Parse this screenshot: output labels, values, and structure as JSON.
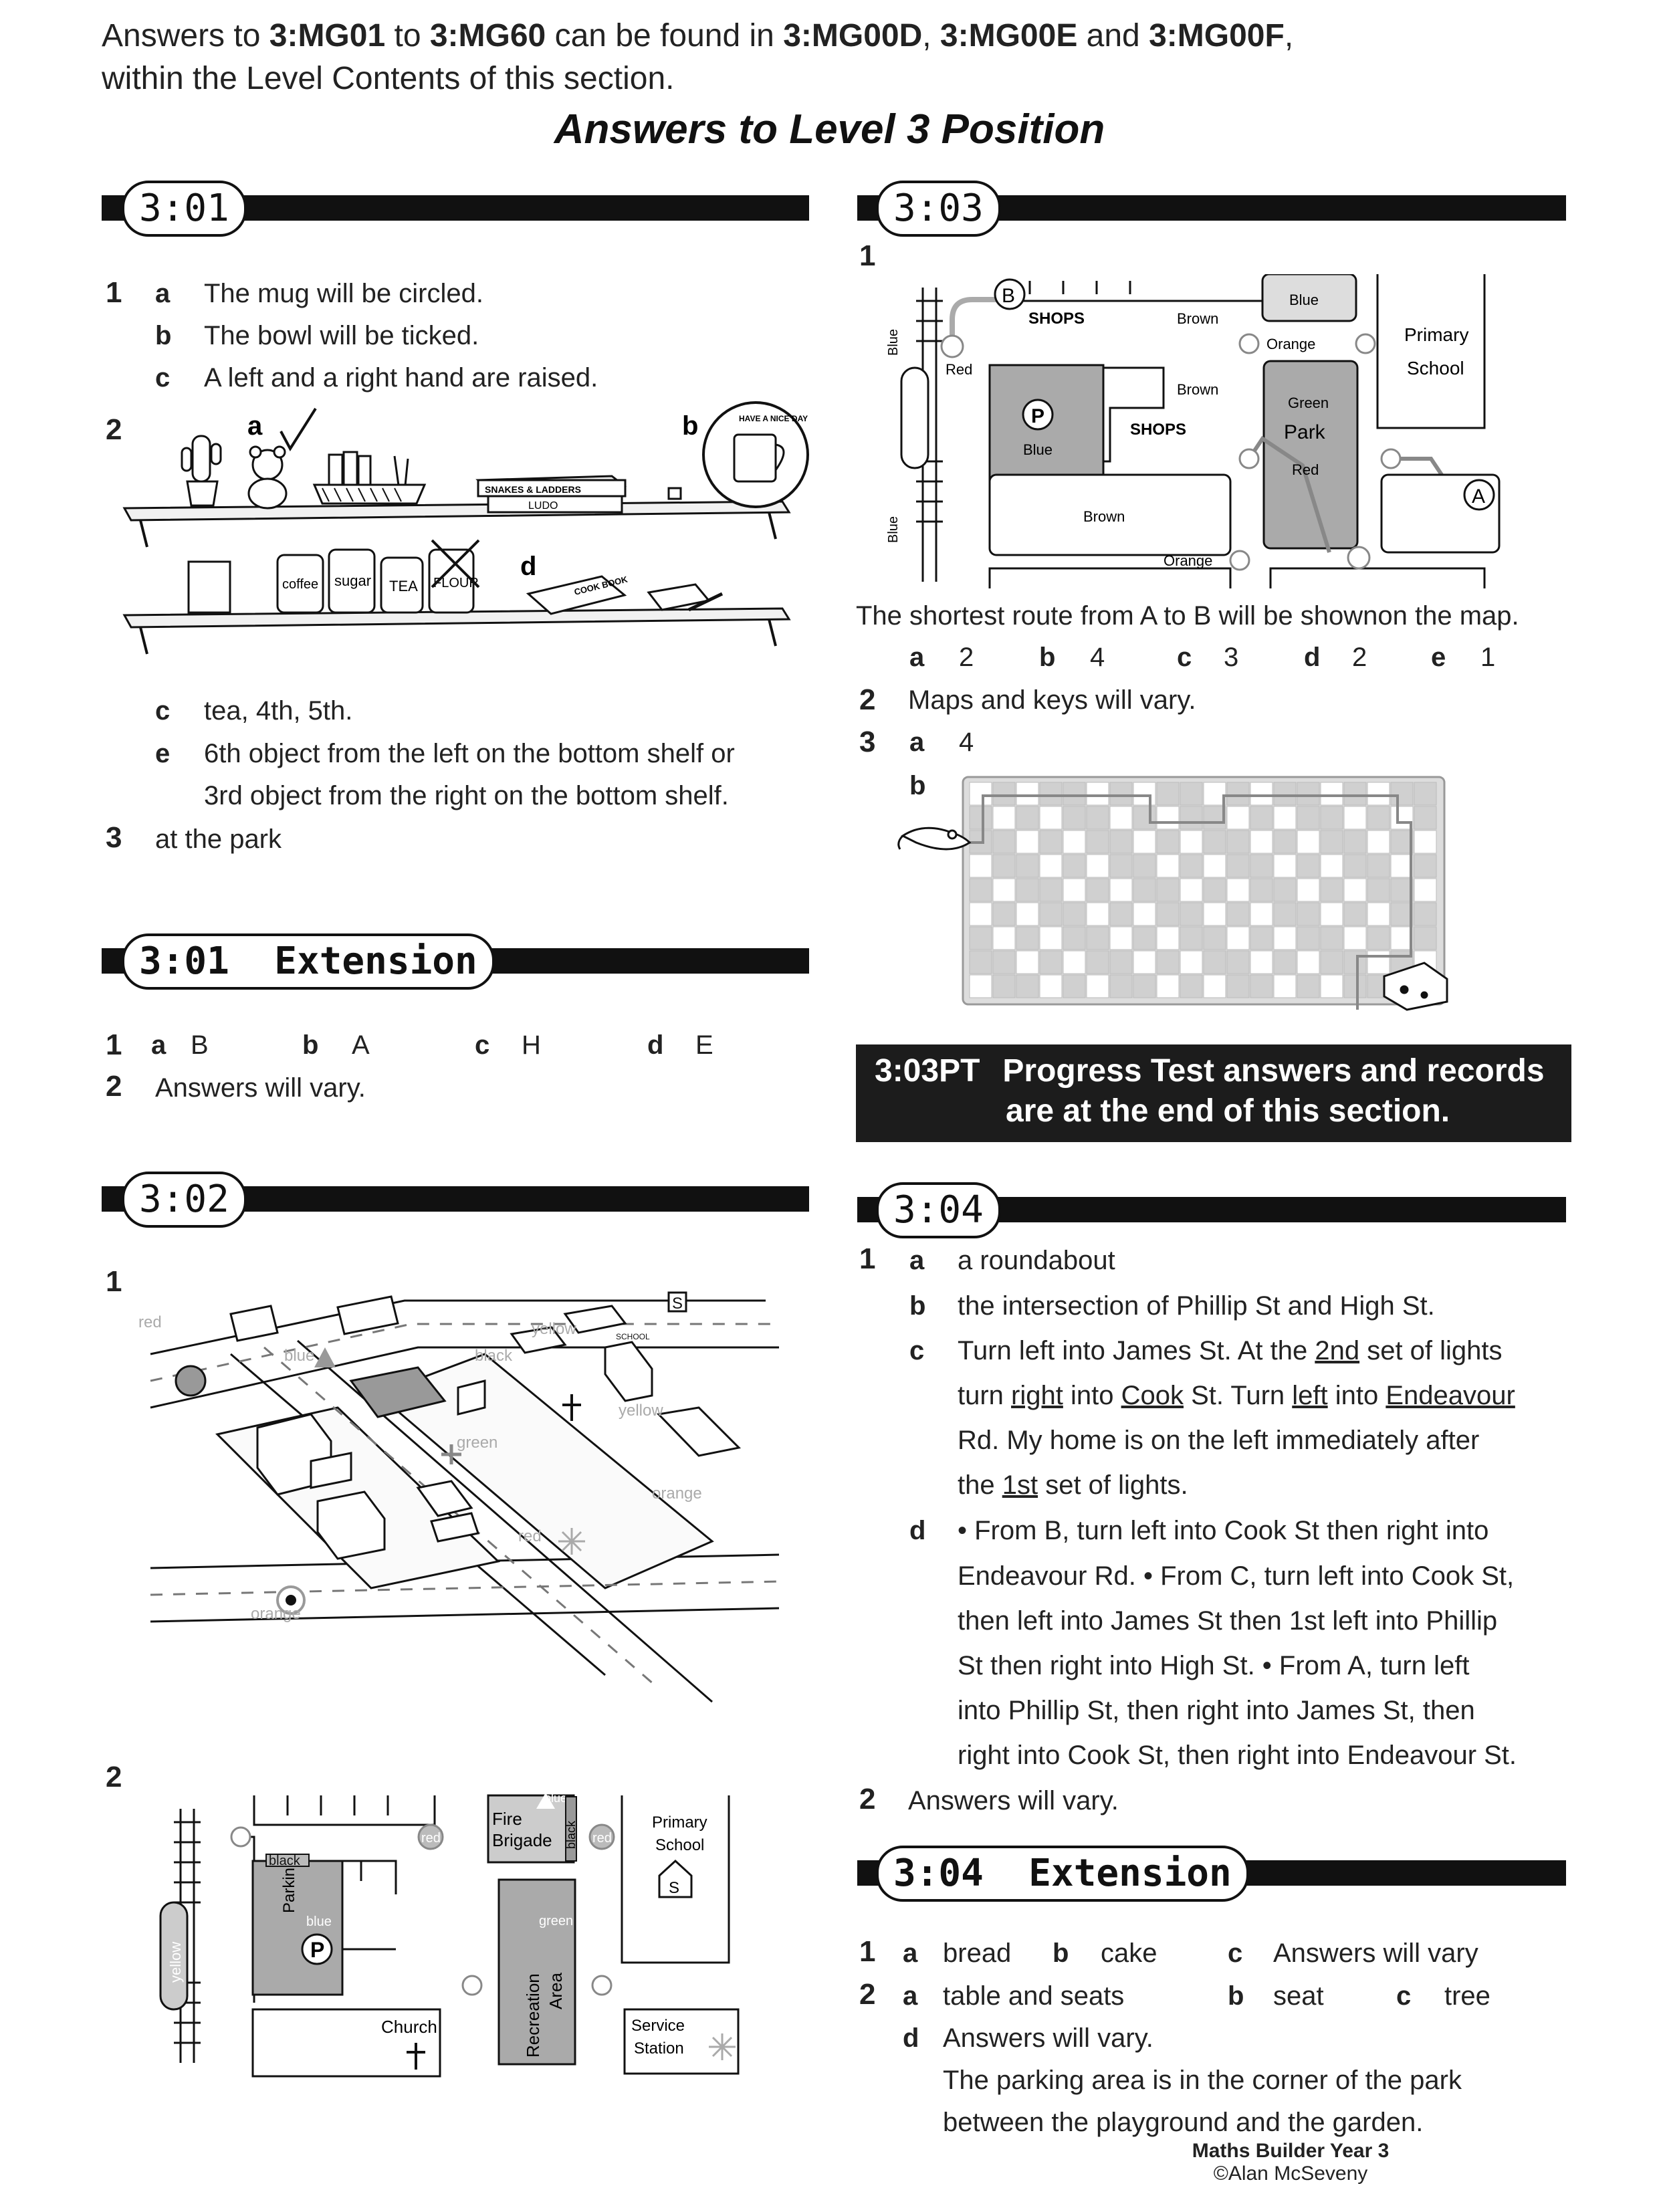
{
  "intro": {
    "pre": "Answers to ",
    "code1": "3:MG01",
    "to": " to ",
    "code2": "3:MG60",
    "found": " can be found in ",
    "code3": "3:MG00D",
    "comma": ", ",
    "code4": "3:MG00E",
    "and": " and ",
    "code5": "3:MG00F",
    "end": ",",
    "line2": "within the Level Contents of this section."
  },
  "title": "Answers to Level 3 Position",
  "s301": {
    "header": "3:01",
    "q1": "1",
    "q1a": "a",
    "q1a_text": "The mug will be circled.",
    "q1b": "b",
    "q1b_text": "The bowl will be ticked.",
    "q1c": "c",
    "q1c_text": "A left and a right hand are raised.",
    "q2": "2",
    "q2a": "a",
    "q2b": "b",
    "q2d": "d",
    "q2c": "c",
    "q2c_text": "tea, 4th, 5th.",
    "q2e": "e",
    "q2e_text1": "6th object from the left on the bottom shelf or",
    "q2e_text2": "3rd object from the right on the bottom shelf.",
    "q3": "3",
    "q3_text": "at the park",
    "shelf_labels": [
      "SNAKES & LADDERS",
      "LUDO",
      "coffee",
      "sugar",
      "TEA",
      "FLOUR",
      "COOK BOOK",
      "HAVE A NICE DAY"
    ]
  },
  "s301ext": {
    "header": "3:01  Extension",
    "q1": "1",
    "a": "a",
    "a_ans": "B",
    "b": "b",
    "b_ans": "A",
    "c": "c",
    "c_ans": "H",
    "d": "d",
    "d_ans": "E",
    "q2": "2",
    "q2_text": "Answers will vary."
  },
  "s302": {
    "header": "3:02",
    "q1": "1",
    "q2": "2",
    "map1_labels": [
      "red",
      "blue",
      "yellow",
      "black",
      "green",
      "yellow",
      "orange",
      "red",
      "orange",
      "SCHOOL",
      "S"
    ],
    "map2_labels": {
      "fire1": "Fire",
      "fire2": "Brigade",
      "blue_tag": "blue",
      "black_tag": "black",
      "school1": "Primary",
      "school2": "School",
      "s": "S",
      "black": "black",
      "red1": "red",
      "red2": "red",
      "parking": "Parking",
      "p": "P",
      "blue": "blue",
      "yellow": "yellow",
      "green": "green",
      "rec1": "Recreation",
      "rec2": "Area",
      "church": "Church",
      "service1": "Service",
      "service2": "Station"
    }
  },
  "s303": {
    "header": "3:03",
    "q1": "1",
    "map_labels": {
      "b": "B",
      "a": "A",
      "shops1": "SHOPS",
      "shops2": "SHOPS",
      "brown1": "Brown",
      "brown2": "Brown",
      "brown3": "Brown",
      "blue1": "Blue",
      "blue2": "Blue",
      "blue3": "Blue",
      "blue4": "Blue",
      "red1": "Red",
      "red2": "Red",
      "orange1": "Orange",
      "orange2": "Orange",
      "green": "Green",
      "park": "Park",
      "school1": "Primary",
      "school2": "School",
      "p": "P"
    },
    "route_text": "The shortest route from A to B will be shownon the map.",
    "answers": [
      {
        "letter": "a",
        "value": "2"
      },
      {
        "letter": "b",
        "value": "4"
      },
      {
        "letter": "c",
        "value": "3"
      },
      {
        "letter": "d",
        "value": "2"
      },
      {
        "letter": "e",
        "value": "1"
      }
    ],
    "q2": "2",
    "q2_text": "Maps and keys will vary.",
    "q3": "3",
    "q3a": "a",
    "q3a_text": "4",
    "q3b": "b"
  },
  "progress": {
    "code": "3:03PT",
    "line1": "Progress Test answers and records",
    "line2": "are at the end of this section."
  },
  "s304": {
    "header": "3:04",
    "q1": "1",
    "a": "a",
    "a_text": "a roundabout",
    "b": "b",
    "b_text": "the intersection of Phillip St and High St.",
    "c": "c",
    "c1_pre": "Turn left into James St. At the ",
    "c1_u": "2nd",
    "c1_post": " set of lights",
    "c2_pre": "turn ",
    "c2_u1": "right",
    "c2_mid": " into ",
    "c2_u2": "Cook",
    "c2_mid2": " St. Turn ",
    "c2_u3": "left",
    "c2_mid3": " into ",
    "c2_u4": "Endeavour",
    "c3": "Rd. My home is on the left immediately after",
    "c4_pre": "the ",
    "c4_u": "1st",
    "c4_post": " set of lights.",
    "d": "d",
    "d1": "• From B, turn left into Cook St then right into",
    "d2": "Endeavour Rd. • From C, turn left into Cook St,",
    "d3": "then left into James St then 1st left into Phillip",
    "d4": "St then right into High St. • From A, turn left",
    "d5": "into Phillip St, then right into James St, then",
    "d6": "right into Cook St, then right into Endeavour St.",
    "q2": "2",
    "q2_text": "Answers will vary."
  },
  "s304ext": {
    "header": "3:04  Extension",
    "q1": "1",
    "q1a": "a",
    "q1a_text": "bread",
    "q1b": "b",
    "q1b_text": "cake",
    "q1c": "c",
    "q1c_text": "Answers will vary",
    "q2": "2",
    "q2a": "a",
    "q2a_text": "table and seats",
    "q2b": "b",
    "q2b_text": "seat",
    "q2c": "c",
    "q2c_text": "tree",
    "q2d": "d",
    "q2d_text": "Answers will vary.",
    "note1": "The parking area is in the corner of the park",
    "note2": "between the playground and the garden."
  },
  "footer": {
    "book": "Maths Builder Year 3",
    "author": "©Alan McSeveny"
  }
}
